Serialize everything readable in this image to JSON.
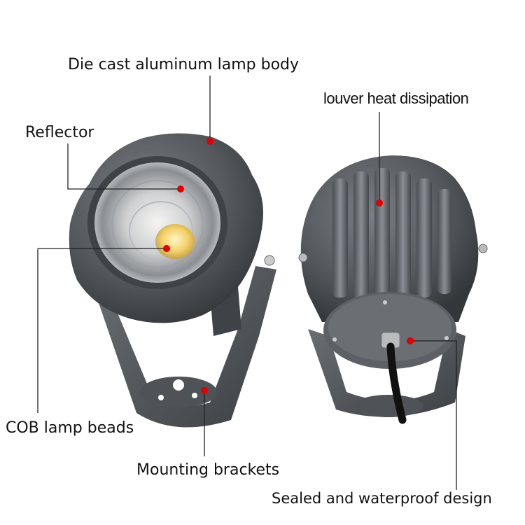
{
  "labels": {
    "body": "Die cast aluminum lamp body",
    "reflector": "Reflector",
    "louver": "louver heat dissipation",
    "cob": "COB lamp beads",
    "brackets": "Mounting brackets",
    "sealed": "Sealed and waterproof design"
  },
  "colors": {
    "marker": "#e00000",
    "housing": "#5a5d62",
    "housing_dark": "#3c3f43",
    "leader": "#222222"
  }
}
